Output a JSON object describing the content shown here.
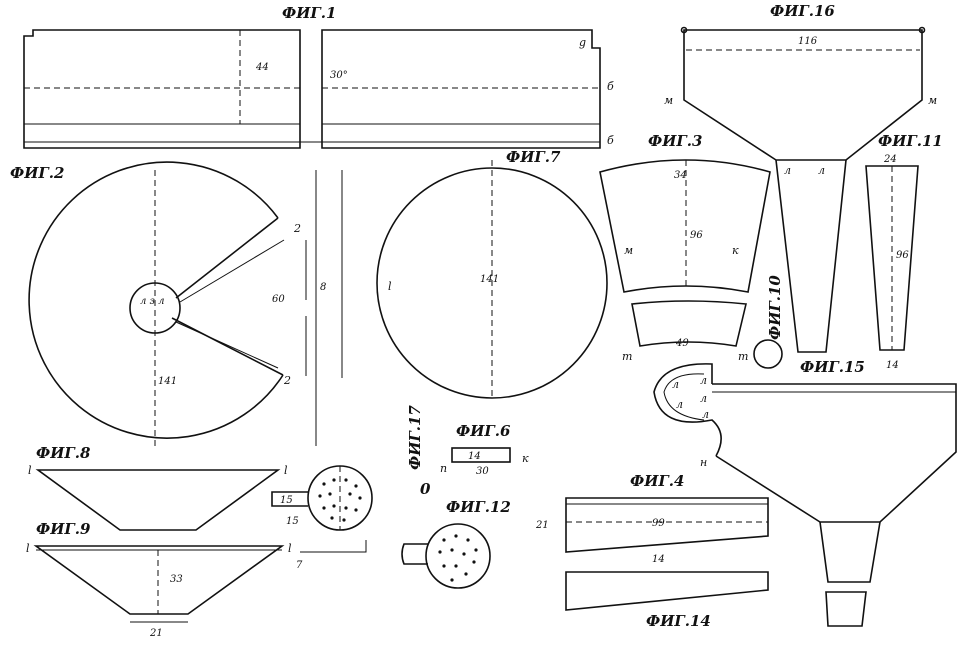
{
  "figures": {
    "fig1": {
      "title": "ФИГ.1",
      "dim_44": "44",
      "dim_30": "30°",
      "mark_g": "g",
      "mark_b": "б",
      "mark_b2": "б"
    },
    "fig2": {
      "title": "ФИГ.2",
      "dim_141": "141",
      "dim_60": "60",
      "dim_8": "8",
      "mark_2a": "2",
      "mark_2b": "2",
      "hub": "л з л"
    },
    "fig7": {
      "title": "ФИГ.7",
      "dim_141": "141",
      "mark_l": "l"
    },
    "fig3": {
      "title": "ФИГ.3",
      "dim_34": "34",
      "dim_96": "96",
      "mark_m": "м",
      "mark_k": "к",
      "dim_49": "49",
      "mark_m2": "m",
      "mark_m3": "m"
    },
    "fig10": {
      "title": "ФИГ.10"
    },
    "fig16": {
      "title": "ФИГ.16",
      "dim_116": "116",
      "mark_m1": "м",
      "mark_m2": "м",
      "mark_n1": "л",
      "mark_n2": "л"
    },
    "fig11": {
      "title": "ФИГ.11",
      "dim_24": "24",
      "dim_96": "96",
      "dim_14": "14"
    },
    "fig15": {
      "title": "ФИГ.15",
      "mark_n": "н",
      "marks": [
        "л",
        "л",
        "л",
        "л",
        "л"
      ]
    },
    "fig8": {
      "title": "ФИГ.8",
      "mark_l1": "l",
      "mark_l2": "l"
    },
    "fig9": {
      "title": "ФИГ.9",
      "mark_l1": "l",
      "mark_l2": "l",
      "dim_33": "33",
      "dim_21": "21"
    },
    "fig13": {
      "title": "ФИГ.13",
      "dim_15a": "15",
      "dim_15b": "15",
      "dim_7": "7"
    },
    "fig17": {
      "title": "ФИГ.17",
      "mark_o": "0"
    },
    "fig6": {
      "title": "ФИГ.6",
      "dim_14": "14",
      "dim_30": "30",
      "mark_n": "п",
      "mark_k": "к"
    },
    "fig12": {
      "title": "ФИГ.12"
    },
    "fig4": {
      "title": "ФИГ.4",
      "dim_21": "21",
      "dim_99": "99",
      "dim_14": "14"
    },
    "fig14": {
      "title": "ФИГ.14"
    }
  }
}
